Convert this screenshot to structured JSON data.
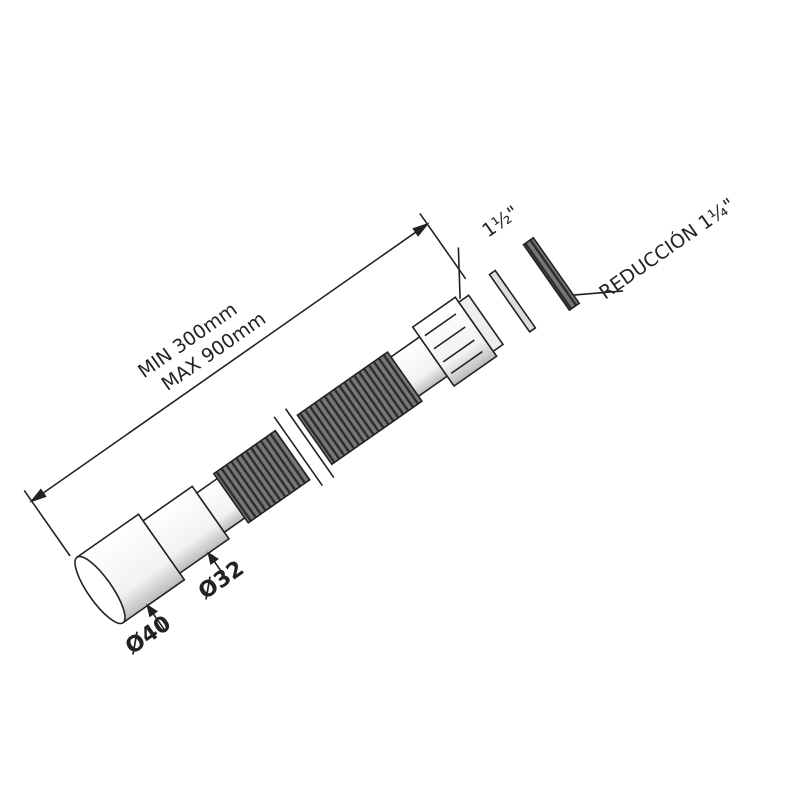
{
  "dimension": {
    "min": "MIN 300mm",
    "max": "MAX 900mm"
  },
  "labels": {
    "d40": "Ø40",
    "d32": "Ø32",
    "thread": "1½\"",
    "reduction": "REDUCCIÓN 1¼\""
  },
  "colors": {
    "line": "#222222",
    "corrugated": "#5a5a5a",
    "body": "#ffffff"
  }
}
